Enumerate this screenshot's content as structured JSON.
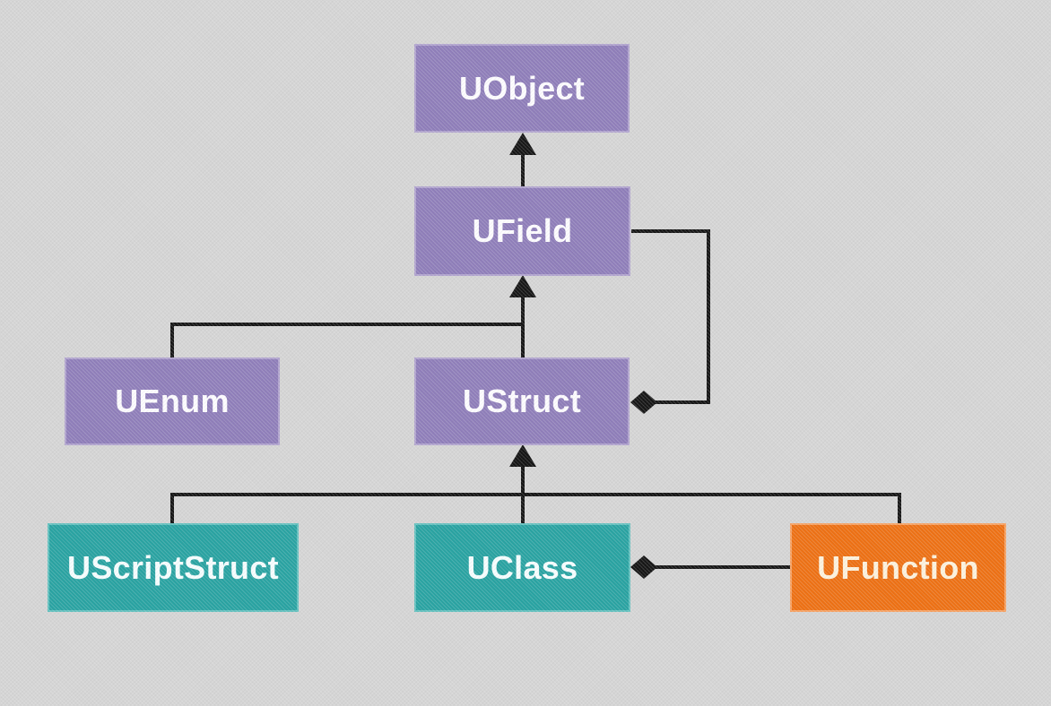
{
  "palette": {
    "background": "#d5d5d5",
    "purple_node": "#8f7eba",
    "teal_node": "#28a3a2",
    "orange_node": "#ee7013",
    "connector": "#141414",
    "label_text": "#ffffff"
  },
  "diagram": {
    "nodes": [
      {
        "id": "uobject",
        "label": "UObject",
        "color": "#8f7eba"
      },
      {
        "id": "ufield",
        "label": "UField",
        "color": "#8f7eba"
      },
      {
        "id": "uenum",
        "label": "UEnum",
        "color": "#8f7eba"
      },
      {
        "id": "ustruct",
        "label": "UStruct",
        "color": "#8f7eba"
      },
      {
        "id": "uscriptstruct",
        "label": "UScriptStruct",
        "color": "#28a3a2"
      },
      {
        "id": "uclass",
        "label": "UClass",
        "color": "#28a3a2"
      },
      {
        "id": "ufunction",
        "label": "UFunction",
        "color": "#ee7013"
      }
    ],
    "edges": [
      {
        "from": "UField",
        "to": "UObject",
        "type": "inheritance-arrow"
      },
      {
        "from": "UEnum",
        "to": "UField",
        "type": "inheritance-arrow"
      },
      {
        "from": "UStruct",
        "to": "UField",
        "type": "inheritance-arrow"
      },
      {
        "owner": "UStruct",
        "part": "UField",
        "type": "composition-diamond"
      },
      {
        "from": "UScriptStruct",
        "to": "UStruct",
        "type": "inheritance-arrow"
      },
      {
        "from": "UClass",
        "to": "UStruct",
        "type": "inheritance-arrow"
      },
      {
        "from": "UFunction",
        "to": "UStruct",
        "type": "inheritance-arrow"
      },
      {
        "owner": "UClass",
        "part": "UFunction",
        "type": "composition-diamond"
      }
    ]
  }
}
